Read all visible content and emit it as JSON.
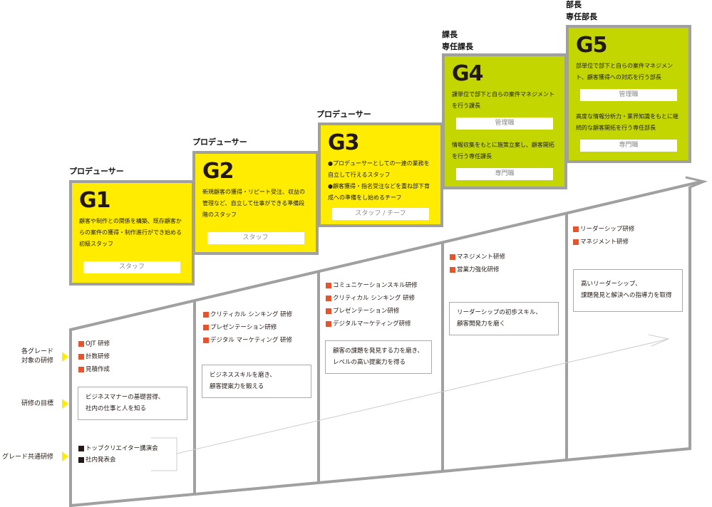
{
  "grades": [
    {
      "id": "G1",
      "roles": [
        "プロデューサー"
      ],
      "description": "顧客や制作との関係を構築、既存顧客からの案件の獲得・制作進行ができ始める初級スタッフ",
      "badges": [
        "スタッフ"
      ]
    },
    {
      "id": "G2",
      "roles": [
        "プロデューサー"
      ],
      "description": "新規顧客の獲得・リピート受注、収益の管理など、自立して仕事ができる準備段階のスタッフ",
      "badges": [
        "スタッフ"
      ]
    },
    {
      "id": "G3",
      "roles": [
        "プロデューサー"
      ],
      "description": [
        "●プロデューサーとしての一連の業務を自立して行えるスタッフ",
        "●顧客獲得・指名受注などを重ね部下育成への準備をし始めるチーフ"
      ],
      "badges": [
        "スタッフ / チーフ"
      ]
    },
    {
      "id": "G4",
      "roles": [
        "課長",
        "専任課長"
      ],
      "description": [
        "課単位で部下と自らの案件マネジメントを行う課長",
        "情報収集をもとに施策立案し、顧客開拓を行う専任課長"
      ],
      "badges": [
        "管理職",
        "専門職"
      ]
    },
    {
      "id": "G5",
      "roles": [
        "部長",
        "専任部長"
      ],
      "description": [
        "部単位で部下と自らの案件マネジメント、顧客獲得への対応を行う部長",
        "高度な情報分析力・業界知識をもとに継続的な顧客開拓を行う専任部長"
      ],
      "badges": [
        "管理職",
        "専門職"
      ]
    }
  ],
  "row_labels": {
    "target": "各グレード\n対象の研修",
    "goal": "研修の目標",
    "common": "グレード共通研修"
  },
  "columns": [
    {
      "trainings": [
        "OJT 研修",
        "計数研修",
        "見積作成"
      ],
      "goal": [
        "ビジネスマナーの基礎習得、",
        "社内の仕事と人を知る"
      ],
      "common": [
        "トップクリエイター講演会",
        "社内発表会"
      ]
    },
    {
      "trainings": [
        "クリティカル シンキング 研修",
        "プレゼンテーション研修",
        "デジタル マーケティング 研修"
      ],
      "goal": [
        "ビジネススキルを磨き、",
        "顧客提案力を鍛える"
      ]
    },
    {
      "trainings": [
        "コミュニケーションスキル研修",
        "クリティカル シンキング 研修",
        "プレゼンテーション研修",
        "デジタルマーケティング研修"
      ],
      "goal": [
        "顧客の課題を発見する力を磨き、",
        "レベルの高い提案力を得る"
      ]
    },
    {
      "trainings": [
        "マネジメント研修",
        "営業力強化研修"
      ],
      "goal": [
        "リーダーシップの初歩スキル、",
        "顧客開発力を磨く"
      ]
    },
    {
      "trainings": [
        "リーダーシップ研修",
        "マネジメント研修"
      ],
      "goal": [
        "高いリーダーシップ、",
        "課題発見と解決への指導力を取得"
      ]
    }
  ],
  "colors": {
    "yellow": "#ffec00",
    "green": "#c4d600",
    "gray": "#a0a0a0",
    "orange": "#e8532b"
  }
}
